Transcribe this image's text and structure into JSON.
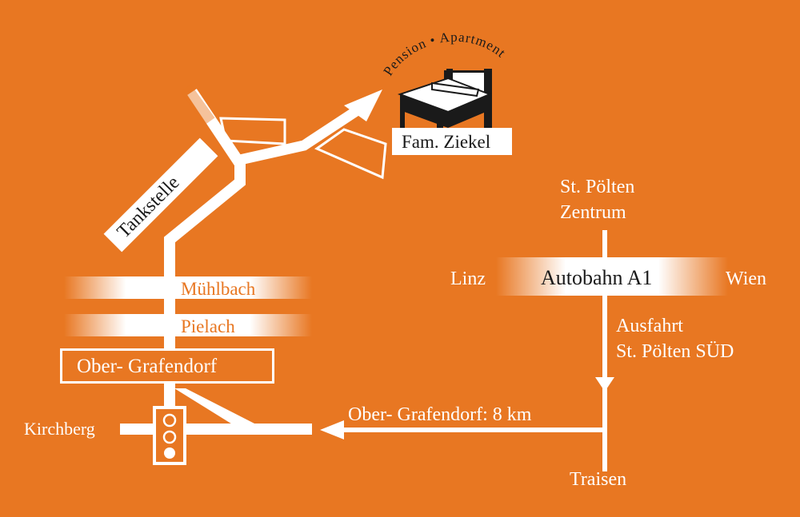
{
  "colors": {
    "background": "#E87722",
    "road": "#ffffff",
    "text_dark": "#1a1a1a",
    "river_text": "#E87722"
  },
  "pension": {
    "arc_text": "Pension • Apartment",
    "name": "Fam. Ziekel",
    "icon": "bed-icon"
  },
  "local_map": {
    "tankstelle": "Tankstelle",
    "river_1": "Mühlbach",
    "river_2": "Pielach",
    "town": "Ober- Grafendorf",
    "kirchberg": "Kirchberg",
    "traffic_light_icon": "traffic-light-icon"
  },
  "highway": {
    "north": "St. Pölten\nZentrum",
    "north_line1": "St. Pölten",
    "north_line2": "Zentrum",
    "west": "Linz",
    "name": "Autobahn A1",
    "east": "Wien",
    "exit_line1": "Ausfahrt",
    "exit_line2": "St. Pölten SÜD",
    "distance": "Ober- Grafendorf: 8 km",
    "south": "Traisen"
  }
}
